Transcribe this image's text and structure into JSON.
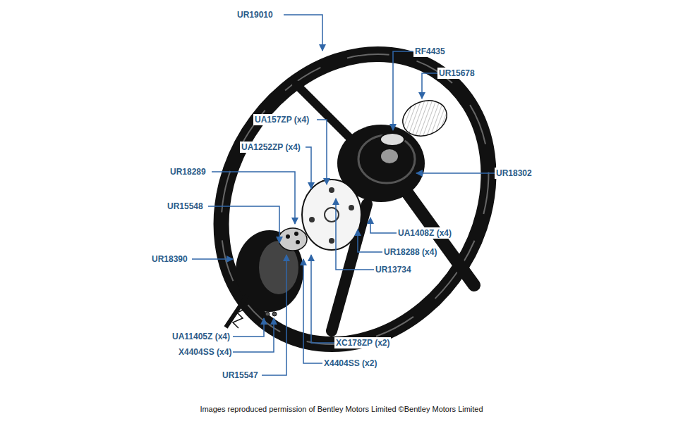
{
  "diagram": {
    "caption": "Images reproduced permission of Bentley Motors Limited ©Bentley Motors Limited",
    "labels": [
      "UR19010",
      "RF4435",
      "UR15678",
      "UA157ZP (x4)",
      "UA1252ZP (x4)",
      "UR18289",
      "UR18302",
      "UR15548",
      "UA1408Z (x4)",
      "UR18288 (x4)",
      "UR18390",
      "UR13734",
      "UA11405Z (x4)",
      "X4404SS (x4)",
      "XC178ZP (x2)",
      "X4404SS (x2)",
      "UR15547"
    ]
  }
}
